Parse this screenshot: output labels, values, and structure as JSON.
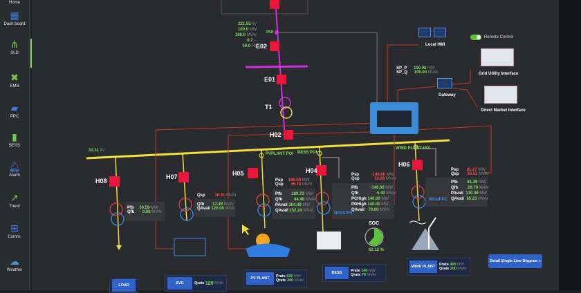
{
  "sidebar": {
    "items": [
      {
        "label": "Home",
        "icon": "home-icon"
      },
      {
        "label": "Dash board",
        "icon": "dashboard-icon"
      },
      {
        "label": "SLD",
        "icon": "sld-icon",
        "active": true
      },
      {
        "label": "EMS",
        "icon": "tools-icon"
      },
      {
        "label": "PPC",
        "icon": "solar-panel-icon"
      },
      {
        "label": "BESS",
        "icon": "battery-icon"
      },
      {
        "label": "Alarm",
        "icon": "bell-icon"
      },
      {
        "label": "Trend",
        "icon": "trend-icon"
      },
      {
        "label": "Comm.",
        "icon": "network-icon"
      },
      {
        "label": "Weather",
        "icon": "weather-icon"
      }
    ]
  },
  "poi": {
    "voltage": "221.55",
    "voltage_unit": "kV",
    "p": "100.0",
    "p_unit": "MW",
    "q": "100.0",
    "q_unit": "MVAr",
    "pf": "0.7",
    "pf_unit": "--",
    "freq": "50.0",
    "freq_unit": "Hz",
    "label": "POI"
  },
  "breakers": {
    "e02": "E02",
    "e01": "E01",
    "t1": "T1",
    "h02": "H02",
    "h08": "H08",
    "h07": "H07",
    "h05": "H05",
    "h04": "H04",
    "h06": "H06"
  },
  "bus": {
    "voltage": "33.31",
    "unit": "kV"
  },
  "pois": {
    "pv": "PVPLANT POI",
    "bess": "BESS POI",
    "wind": "WIND PLANT POI"
  },
  "comm": {
    "local_hmi": "Local HMI",
    "remote_control": "Remote Control",
    "grid_utility": "Grid Utility Interface",
    "direct_market": "Direct Market Interface",
    "gateway": "Gateway",
    "sp_p_label": "SP_P",
    "sp_p": "100.00",
    "sp_p_unit": "MW",
    "sp_q_label": "SP_Q",
    "sp_q": "100.00",
    "sp_q_unit": "MVAr"
  },
  "load": {
    "pfb_label": "Pfb",
    "pfb": "30.59",
    "pfb_unit": "MW",
    "qfb_label": "Qfb",
    "qfb": "0.06",
    "qfb_unit": "MVAr"
  },
  "svg": {
    "qsp_label": "Qsp",
    "qsp": "18.31",
    "qsp_unit": "MVAr",
    "qfb_label": "Qfb",
    "qfb": "17.49",
    "qfb_unit": "MVAr",
    "qavail_label": "QAvail",
    "qavail": "120.00",
    "qavail_unit": "MVAr"
  },
  "pv": {
    "psp_label": "Psp",
    "psp": "189.59",
    "psp_unit": "MW",
    "qsp_label": "Qsp",
    "qsp": "45.76",
    "qsp_unit": "MVAr",
    "pfb_label": "Pfb",
    "pfb": "189.73",
    "pfb_unit": "MW",
    "qfb_label": "Qfb",
    "qfb": "44.48",
    "qfb_unit": "MVAr",
    "pavail_label": "PAvail",
    "pavail": "304.48",
    "pavail_unit": "MW",
    "qavail_label": "QAvail",
    "qavail": "152.24",
    "qavail_unit": "MVAr"
  },
  "bess": {
    "psp_label": "Psp",
    "psp": "-140.00",
    "psp_unit": "MW",
    "qsp_label": "Qsp",
    "qsp": "10.68",
    "qsp_unit": "MVAr",
    "pfb_label": "Pfb",
    "pfb": "-140.00",
    "pfb_unit": "MW",
    "qfb_label": "Qfb",
    "qfb": "5.40",
    "qfb_unit": "MVAr",
    "pch_label": "PCHigh",
    "pch": "140.00",
    "pch_unit": "MW",
    "pdh_label": "PDHigh",
    "pdh": "140.00",
    "pdh_unit": "MW",
    "qavail_label": "QAvail",
    "qavail": "70.00",
    "qavail_unit": "MVAr",
    "ppc": "BESSPPC",
    "soc_label": "SOC",
    "soc": "62.12",
    "soc_unit": "%"
  },
  "wind": {
    "psp_label": "Psp",
    "psp": "81.27",
    "psp_unit": "MW",
    "qsp_label": "Qsp",
    "qsp": "30.51",
    "qsp_unit": "MVAr",
    "pfb_label": "Pfb",
    "pfb": "81.29",
    "pfb_unit": "MW",
    "qfb_label": "Qfb",
    "qfb": "29.70",
    "qfb_unit": "MVAr",
    "pavail_label": "PAvail",
    "pavail": "130.46",
    "pavail_unit": "MW",
    "qavail_label": "QAvail",
    "qavail": "65.23",
    "qavail_unit": "MVAr",
    "ppc": "WindPPC"
  },
  "bottom": {
    "load": "LOAD",
    "svg": {
      "label": "SVG",
      "qrate_label": "Qrate",
      "qrate": "120",
      "qrate_unit": "MVAr"
    },
    "pv": {
      "label": "PV PLANT",
      "prate_label": "Prate",
      "prate": "600",
      "prate_unit": "MW",
      "qrate_label": "Qrate",
      "qrate": "300",
      "qrate_unit": "MVAr"
    },
    "bess": {
      "label": "BESS",
      "prate_label": "Prate",
      "prate": "140",
      "prate_unit": "MW",
      "qrate_label": "Qrate",
      "qrate": "70",
      "qrate_unit": "MVAr"
    },
    "wind": {
      "label": "WIND PLANT",
      "prate_label": "Prate",
      "prate": "400",
      "prate_unit": "MW",
      "qrate_label": "Qrate",
      "qrate": "200",
      "qrate_unit": "MVAr"
    },
    "detail": "Detail Single Line Diagram »"
  },
  "colors": {
    "green": "#7fe35a",
    "red": "#ff4d4d",
    "accent": "#2f63c9",
    "bus_hv": "#d030e0",
    "bus_mv": "#f0e040"
  }
}
